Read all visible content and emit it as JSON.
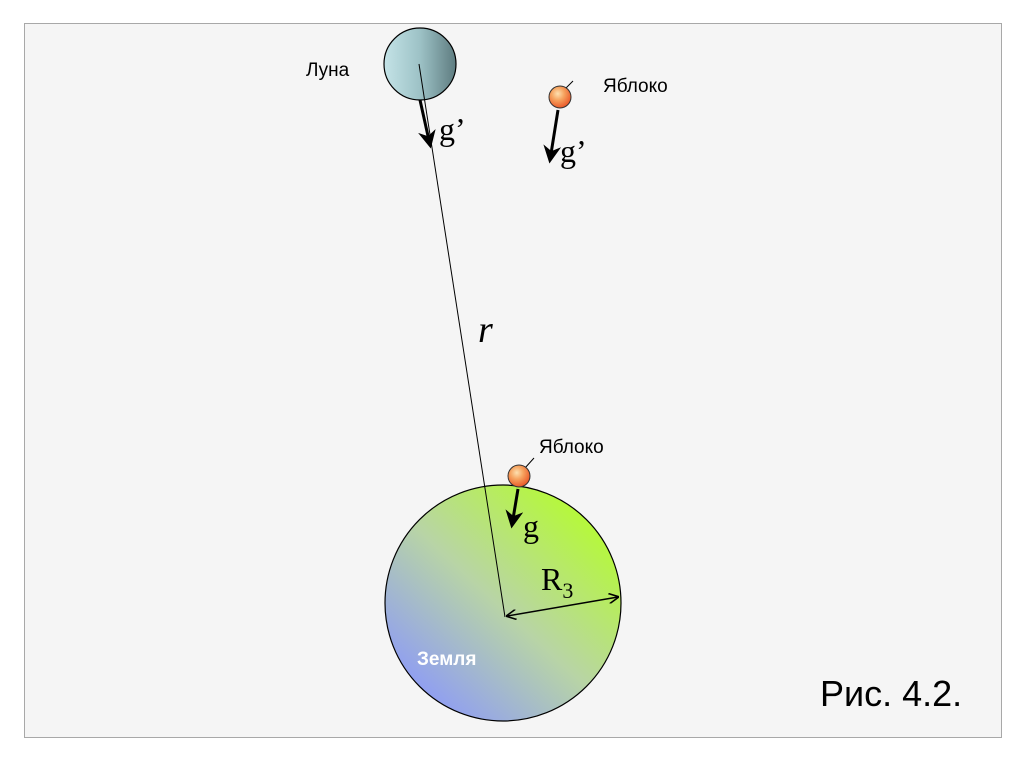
{
  "figure": {
    "caption": "Рис. 4.2.",
    "labels": {
      "moon": "Луна",
      "apple_top": "Яблоко",
      "apple_bottom": "Яблоко",
      "earth": "Земля",
      "distance": "r",
      "radius_main": "R",
      "radius_sub": "3",
      "g_moon": "g’",
      "g_apple_top": "g’",
      "g_apple_bottom": "g"
    }
  }
}
